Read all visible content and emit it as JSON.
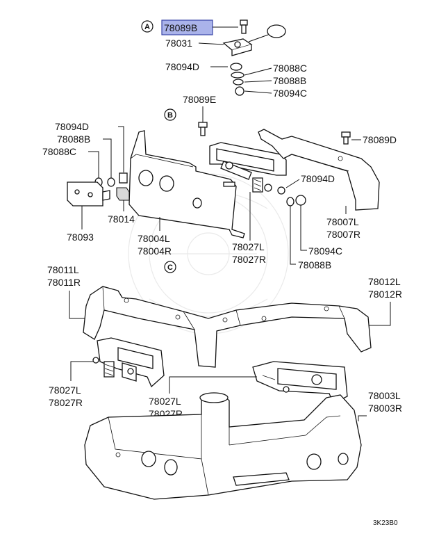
{
  "callouts": {
    "a": "A",
    "b": "B",
    "c": "C"
  },
  "labels": {
    "p78089B": "78089B",
    "p78031": "78031",
    "p78094D_top": "78094D",
    "p78088C_top": "78088C",
    "p78088B_top": "78088B",
    "p78094C_top": "78094C",
    "p78089E": "78089E",
    "p78094D_left": "78094D",
    "p78088B_left": "78088B",
    "p78088C_left": "78088C",
    "p78093": "78093",
    "p78014": "78014",
    "p78004L": "78004L",
    "p78004R": "78004R",
    "p78027L_mid": "78027L",
    "p78027R_mid": "78027R",
    "p78089D": "78089D",
    "p78094D_right": "78094D",
    "p78007L": "78007L",
    "p78007R": "78007R",
    "p78094C_right": "78094C",
    "p78088B_right": "78088B",
    "p78011L": "78011L",
    "p78011R": "78011R",
    "p78012L": "78012L",
    "p78012R": "78012R",
    "p78027L_left": "78027L",
    "p78027R_left": "78027R",
    "p78027L_low": "78027L",
    "p78027R_low": "78027R",
    "p78003L": "78003L",
    "p78003R": "78003R"
  },
  "diagram_code": "3K23B0",
  "highlight_color": "#aab3ea"
}
